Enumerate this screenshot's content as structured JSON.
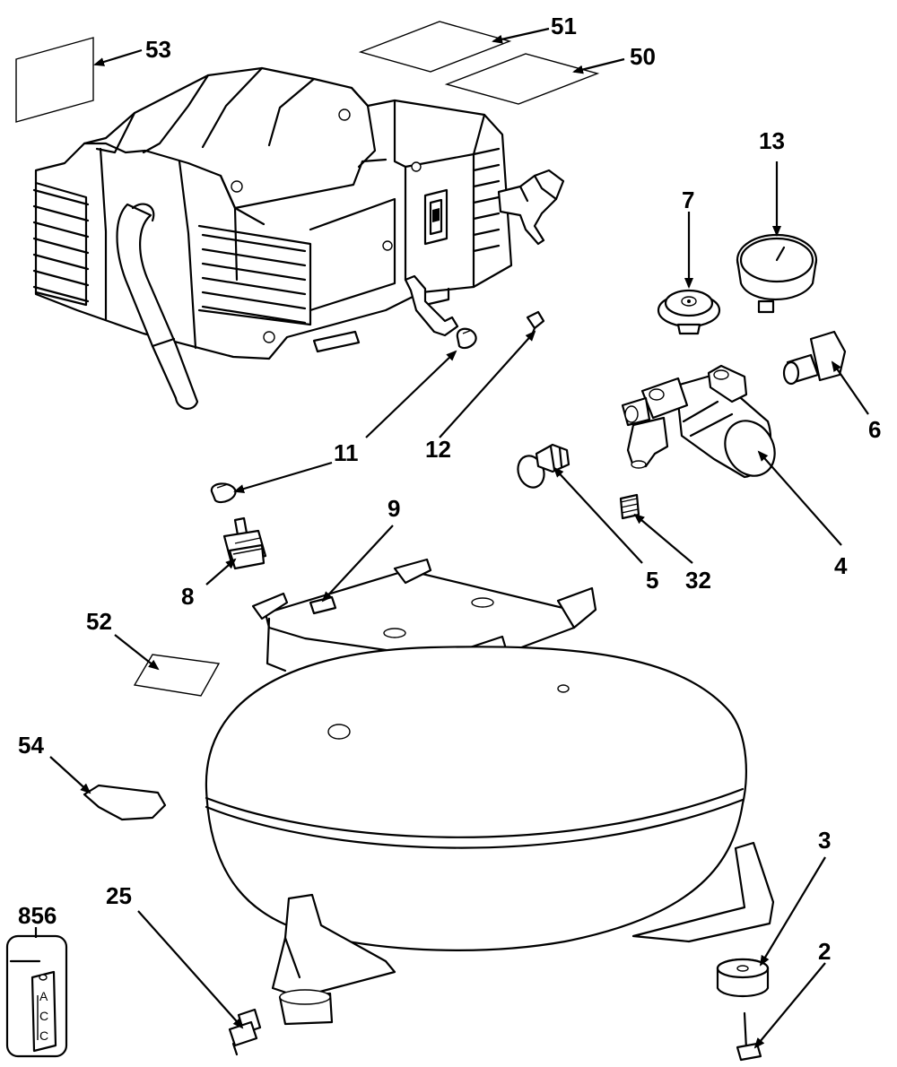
{
  "callouts": {
    "c53": "53",
    "c51": "51",
    "c50": "50",
    "c13": "13",
    "c7": "7",
    "c6": "6",
    "c11a": "11",
    "c12": "12",
    "c11b": "11",
    "c9": "9",
    "c5": "5",
    "c32": "32",
    "c4": "4",
    "c8": "8",
    "c52": "52",
    "c54": "54",
    "c3": "3",
    "c2": "2",
    "c25": "25",
    "c856": "856"
  },
  "accessory_tag": {
    "letters": [
      "A",
      "C",
      "C"
    ]
  },
  "colors": {
    "ink": "#000000",
    "paper": "#ffffff"
  }
}
